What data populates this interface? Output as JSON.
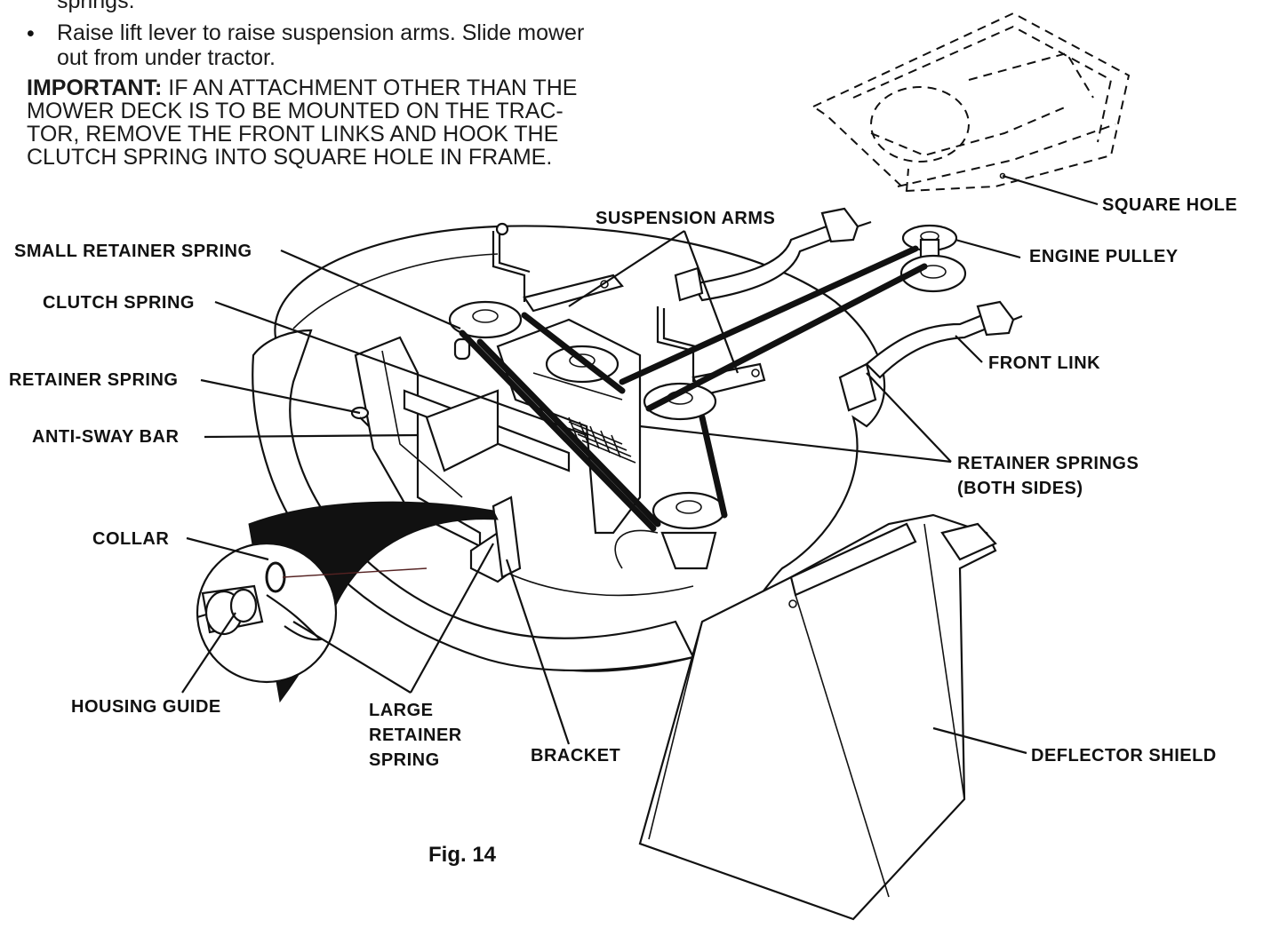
{
  "instructions": {
    "line_cut_top": "springs.",
    "bullet_symbol": "•",
    "bullet_line1": "Raise lift lever to raise suspension arms. Slide mower",
    "bullet_line2": "out from under tractor.",
    "important_label": "IMPORTANT:",
    "important_line1_rest": " IF AN ATTACHMENT OTHER THAN THE",
    "important_line2": "MOWER DECK IS TO BE MOUNTED ON THE TRAC-",
    "important_line3": "TOR, REMOVE THE FRONT LINKS AND HOOK THE",
    "important_line4": "CLUTCH SPRING INTO SQUARE HOLE IN FRAME."
  },
  "labels": {
    "square_hole": "SQUARE HOLE",
    "suspension_arms": "SUSPENSION ARMS",
    "engine_pulley": "ENGINE PULLEY",
    "small_retainer_spring": "SMALL RETAINER SPRING",
    "clutch_spring": "CLUTCH SPRING",
    "front_link": "FRONT LINK",
    "retainer_spring": "RETAINER SPRING",
    "retainer_springs_line1": "RETAINER SPRINGS",
    "retainer_springs_line2": "(BOTH SIDES)",
    "anti_sway_bar": "ANTI-SWAY BAR",
    "collar": "COLLAR",
    "housing_guide": "HOUSING GUIDE",
    "large_line1": "LARGE",
    "large_line2": "RETAINER",
    "large_line3": "SPRING",
    "bracket": "BRACKET",
    "deflector_shield": "DEFLECTOR SHIELD"
  },
  "figure_caption": "Fig. 14",
  "colors": {
    "ink": "#111111",
    "background": "#ffffff"
  }
}
